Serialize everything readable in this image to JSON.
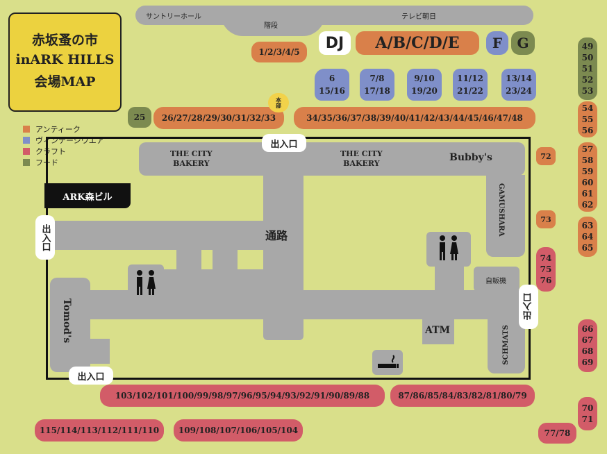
{
  "title": {
    "line1": "赤坂蚤の市",
    "line2": "inARK HILLS",
    "line3": "会場MAP"
  },
  "legend": [
    {
      "label": "アンティーク",
      "color": "#d9804a"
    },
    {
      "label": "ヴィンテージウエア",
      "color": "#7f8fc9"
    },
    {
      "label": "クラフト",
      "color": "#d25c68"
    },
    {
      "label": "フード",
      "color": "#7c8a50"
    }
  ],
  "top_labels": {
    "suntory": "サントリーホール",
    "tvasahi": "テレビ朝日",
    "stairs": "階段",
    "honbu": "本部"
  },
  "special_booths": {
    "dj": "DJ",
    "abcde": "A/B/C/D/E",
    "f": "F",
    "g": "G"
  },
  "booths": {
    "b1_5": "1/2/3/4/5",
    "b6_16": [
      "6",
      "15/16"
    ],
    "b7_18": [
      "7/8",
      "17/18"
    ],
    "b9_20": [
      "9/10",
      "19/20"
    ],
    "b11_22": [
      "11/12",
      "21/22"
    ],
    "b13_24": [
      "13/14",
      "23/24"
    ],
    "b25": "25",
    "b26_33": "26/27/28/29/30/31/32/33",
    "b34_48": "34/35/36/37/38/39/40/41/42/43/44/45/46/47/48",
    "b49_53": [
      "49",
      "50",
      "51",
      "52",
      "53"
    ],
    "b54_56": [
      "54",
      "55",
      "56"
    ],
    "b57_62": [
      "57",
      "58",
      "59",
      "60",
      "61",
      "62"
    ],
    "b63_65": [
      "63",
      "64",
      "65"
    ],
    "b66_69": [
      "66",
      "67",
      "68",
      "69"
    ],
    "b70_71": [
      "70",
      "71"
    ],
    "b72": "72",
    "b73": "73",
    "b74_76": [
      "74",
      "75",
      "76"
    ],
    "b77_78": "77/78",
    "b79_87": "87/86/85/84/83/82/81/80/79",
    "b88_103": "103/102/101/100/99/98/97/96/95/94/93/92/91/90/89/88",
    "b104_109": "109/108/107/106/105/104",
    "b110_115": "115/114/113/112/111/110"
  },
  "places": {
    "city_bakery1": [
      "THE CITY",
      "BAKERY"
    ],
    "city_bakery2": [
      "THE CITY",
      "BAKERY"
    ],
    "bubbys": "Bubby's",
    "gamushara": "GAMUSHARA",
    "ark_mori": "ARK森ビル",
    "tsuro": "通路",
    "tomods": "Tomod's",
    "atm": "ATM",
    "jihanki": "自販機",
    "schmats": "SCHMATS"
  },
  "entrances": {
    "top": "出入口",
    "left": "出入口",
    "bottom": "出入口",
    "right": "出入口"
  },
  "icons": {
    "restroom": "restroom-icon",
    "smoking": "smoking-area-icon"
  }
}
